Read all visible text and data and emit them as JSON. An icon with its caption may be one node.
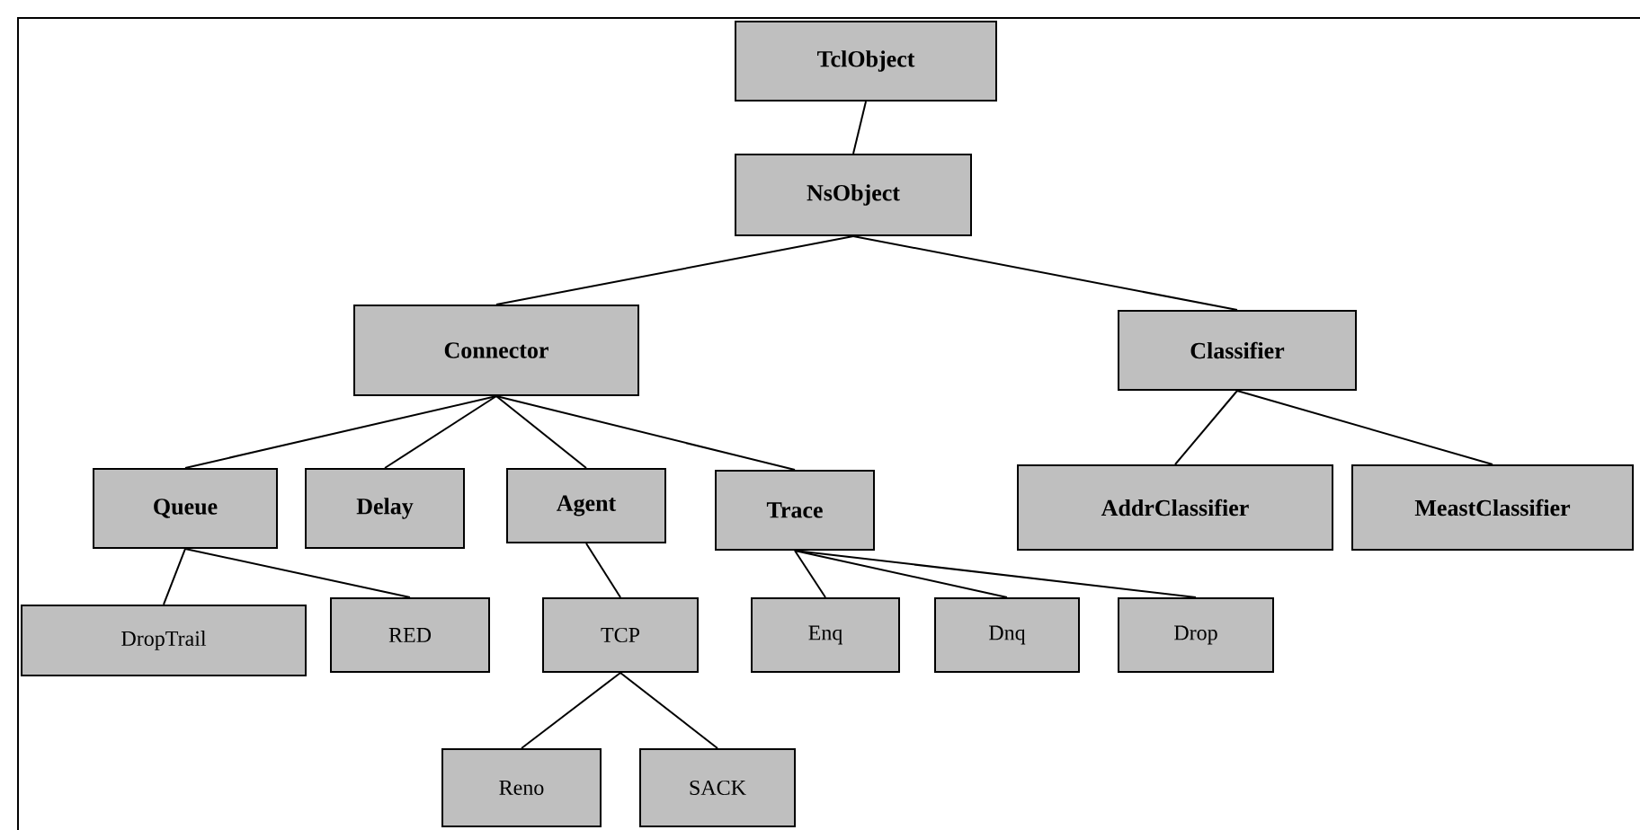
{
  "diagram": {
    "nodes": [
      {
        "text": [
          "TclObject"
        ]
      },
      {
        "text": [
          "NsObject"
        ]
      },
      {
        "text": [
          "Connector"
        ]
      },
      {
        "text": [
          "Classifier"
        ]
      },
      {
        "text": [
          "Queue"
        ]
      },
      {
        "text": [
          "Delay"
        ]
      },
      {
        "text": [
          "Agent"
        ]
      },
      {
        "text": [
          "Trace"
        ]
      },
      {
        "text": [
          "AddrClassifier"
        ]
      },
      {
        "text": [
          "MeastClassifier"
        ]
      },
      {
        "text": [
          "DropTrail"
        ]
      },
      {
        "text": [
          "RED"
        ]
      },
      {
        "text": [
          "TCP"
        ]
      },
      {
        "text": [
          "Enq"
        ]
      },
      {
        "text": [
          "Dnq"
        ]
      },
      {
        "text": [
          "Drop"
        ]
      },
      {
        "text": [
          "Reno"
        ]
      },
      {
        "text": [
          "SACK"
        ]
      }
    ],
    "edges": [
      {
        "from": 0,
        "to": 1,
        "arrow": "none"
      },
      {
        "from": 1,
        "to": 2,
        "arrow": "none"
      },
      {
        "from": 1,
        "to": 3,
        "arrow": "none"
      },
      {
        "from": 2,
        "to": 4,
        "arrow": "none"
      },
      {
        "from": 2,
        "to": 5,
        "arrow": "none"
      },
      {
        "from": 2,
        "to": 6,
        "arrow": "none"
      },
      {
        "from": 2,
        "to": 7,
        "arrow": "none"
      },
      {
        "from": 3,
        "to": 8,
        "arrow": "none"
      },
      {
        "from": 3,
        "to": 9,
        "arrow": "none"
      },
      {
        "from": 4,
        "to": 10,
        "arrow": "none"
      },
      {
        "from": 4,
        "to": 11,
        "arrow": "none"
      },
      {
        "from": 6,
        "to": 12,
        "arrow": "none"
      },
      {
        "from": 7,
        "to": 13,
        "arrow": "none"
      },
      {
        "from": 7,
        "to": 14,
        "arrow": "none"
      },
      {
        "from": 7,
        "to": 15,
        "arrow": "none"
      },
      {
        "from": 12,
        "to": 16,
        "arrow": "none"
      },
      {
        "from": 12,
        "to": 17,
        "arrow": "none"
      }
    ]
  }
}
